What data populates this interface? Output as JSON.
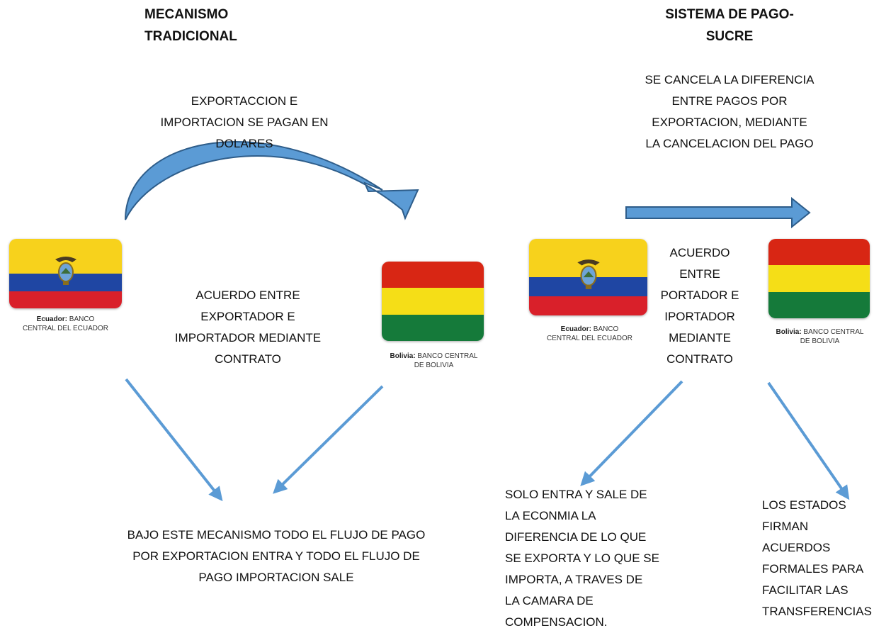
{
  "left": {
    "title": [
      "MECANISMO",
      "TRADICIONAL"
    ],
    "top_text": [
      "EXPORTACCION E",
      "IMPORTACION SE PAGAN EN",
      "DOLARES"
    ],
    "middle_text": [
      "ACUERDO ENTRE",
      "EXPORTADOR E",
      "IMPORTADOR MEDIANTE",
      "CONTRATO"
    ],
    "bottom_text": [
      "BAJO ESTE MECANISMO TODO EL FLUJO DE PAGO",
      "POR EXPORTACION ENTRA Y TODO EL FLUJO DE",
      "PAGO IMPORTACION SALE"
    ],
    "ecuador_caption": {
      "bold": "Ecuador:",
      "rest": " BANCO",
      "line2": "CENTRAL DEL ECUADOR"
    },
    "bolivia_caption": {
      "bold": "Bolivia:",
      "rest": " BANCO CENTRAL",
      "line2": "DE BOLIVIA"
    }
  },
  "right": {
    "title": [
      "SISTEMA DE PAGO-",
      "SUCRE"
    ],
    "top_text": [
      "SE CANCELA LA DIFERENCIA",
      "ENTRE PAGOS POR",
      "EXPORTACION, MEDIANTE",
      "LA CANCELACION DEL PAGO"
    ],
    "middle_text": [
      "ACUERDO",
      "ENTRE",
      "PORTADOR E",
      "IPORTADOR",
      "MEDIANTE",
      "CONTRATO"
    ],
    "bottom_left_text": [
      "SOLO ENTRA Y SALE DE",
      "LA ECONMIA LA",
      "DIFERENCIA DE LO QUE",
      "SE EXPORTA Y LO QUE SE",
      "IMPORTA, A TRAVES DE",
      "LA CAMARA DE",
      "COMPENSACION."
    ],
    "bottom_right_text": [
      "LOS ESTADOS",
      "FIRMAN",
      "ACUERDOS",
      "FORMALES PARA",
      "FACILITAR LAS",
      "TRANSFERENCIAS"
    ],
    "ecuador_caption": {
      "bold": "Ecuador:",
      "rest": " BANCO",
      "line2": "CENTRAL DEL ECUADOR"
    },
    "bolivia_caption": {
      "bold": "Bolivia:",
      "rest": " BANCO CENTRAL",
      "line2": "DE BOLIVIA"
    }
  },
  "colors": {
    "arrow_fill": "#5b9bd5",
    "arrow_stroke": "#2e5d8a",
    "ecuador": [
      "#f7d21c",
      "#1f46a3",
      "#d9202a"
    ],
    "bolivia": [
      "#d82614",
      "#f5de17",
      "#157a3a"
    ]
  }
}
